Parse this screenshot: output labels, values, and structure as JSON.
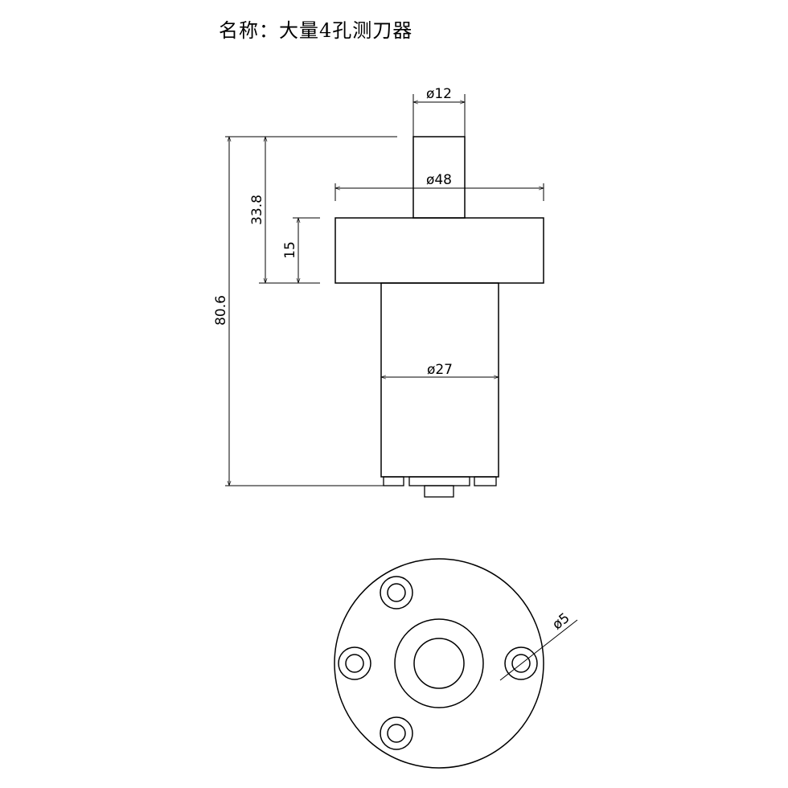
{
  "title": "名称：大量4孔测刀器",
  "dimensions": {
    "shank_diameter": "ø12",
    "flange_diameter": "ø48",
    "body_diameter": "ø27",
    "hole_diameter": "ø5",
    "total_height": "80.6",
    "upper_height": "33.8",
    "flange_thickness": "15"
  },
  "colors": {
    "line": "#000000",
    "background": "#ffffff"
  }
}
